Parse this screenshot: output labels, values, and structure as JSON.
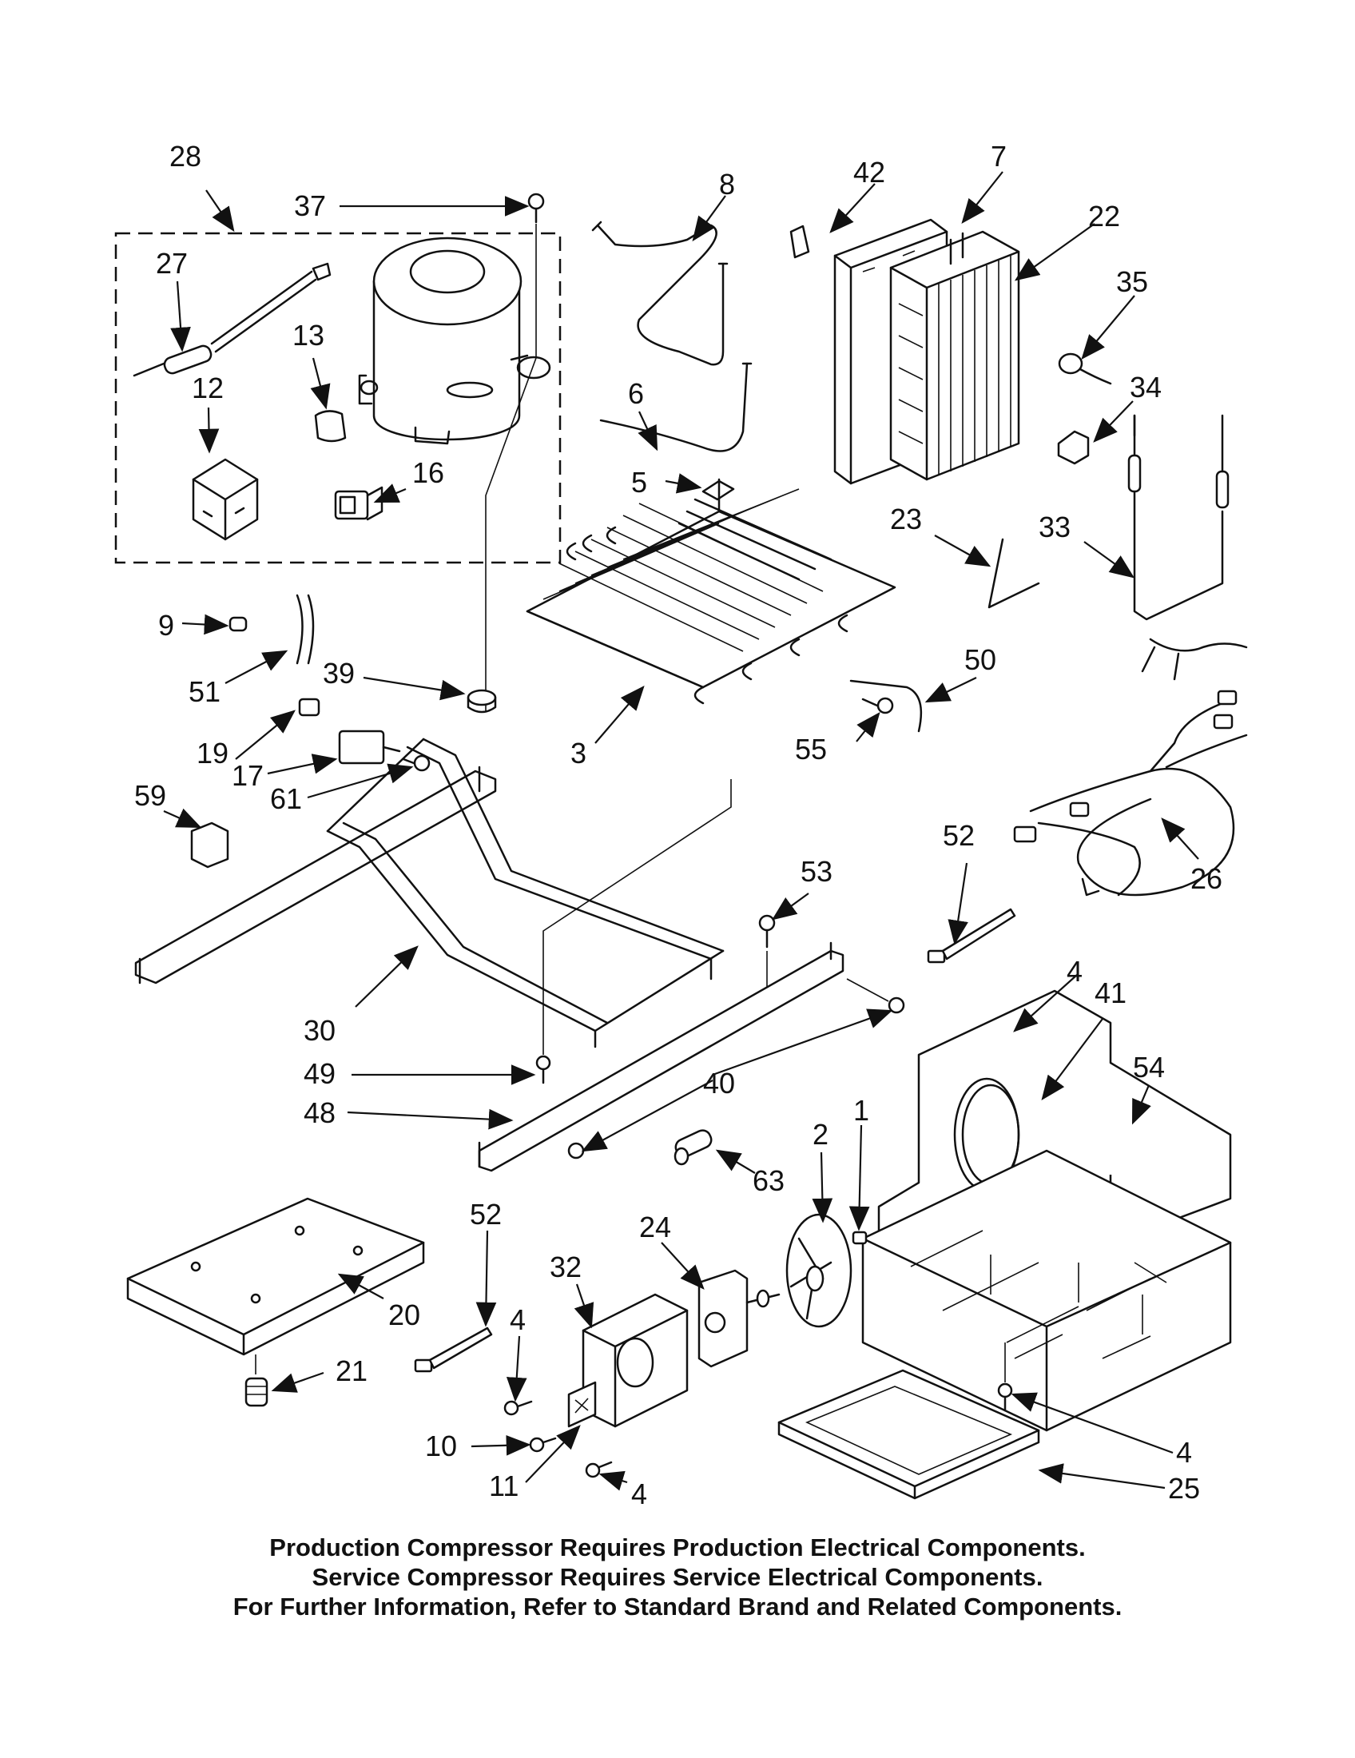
{
  "diagram": {
    "callouts": {
      "c28": "28",
      "c37": "37",
      "c8": "8",
      "c42": "42",
      "c7": "7",
      "c22": "22",
      "c27": "27",
      "c13": "13",
      "c12": "12",
      "c16": "16",
      "c6": "6",
      "c5": "5",
      "c35": "35",
      "c34": "34",
      "c23": "23",
      "c33": "33",
      "c9": "9",
      "c51": "51",
      "c39": "39",
      "c3": "3",
      "c50": "50",
      "c55": "55",
      "c19": "19",
      "c17": "17",
      "c61": "61",
      "c59": "59",
      "c53": "53",
      "c52a": "52",
      "c26": "26",
      "c30": "30",
      "c49": "49",
      "c48": "48",
      "c40": "40",
      "c4a": "4",
      "c41": "41",
      "c54": "54",
      "c63": "63",
      "c2": "2",
      "c1": "1",
      "c52b": "52",
      "c24": "24",
      "c32": "32",
      "c20": "20",
      "c4b": "4",
      "c21": "21",
      "c10": "10",
      "c11": "11",
      "c4c": "4",
      "c4d": "4",
      "c25": "25"
    },
    "notes": [
      "Production Compressor Requires Production Electrical Components.",
      "Service Compressor Requires Service Electrical Components.",
      "For Further Information, Refer to Standard Brand and Related Components."
    ]
  }
}
